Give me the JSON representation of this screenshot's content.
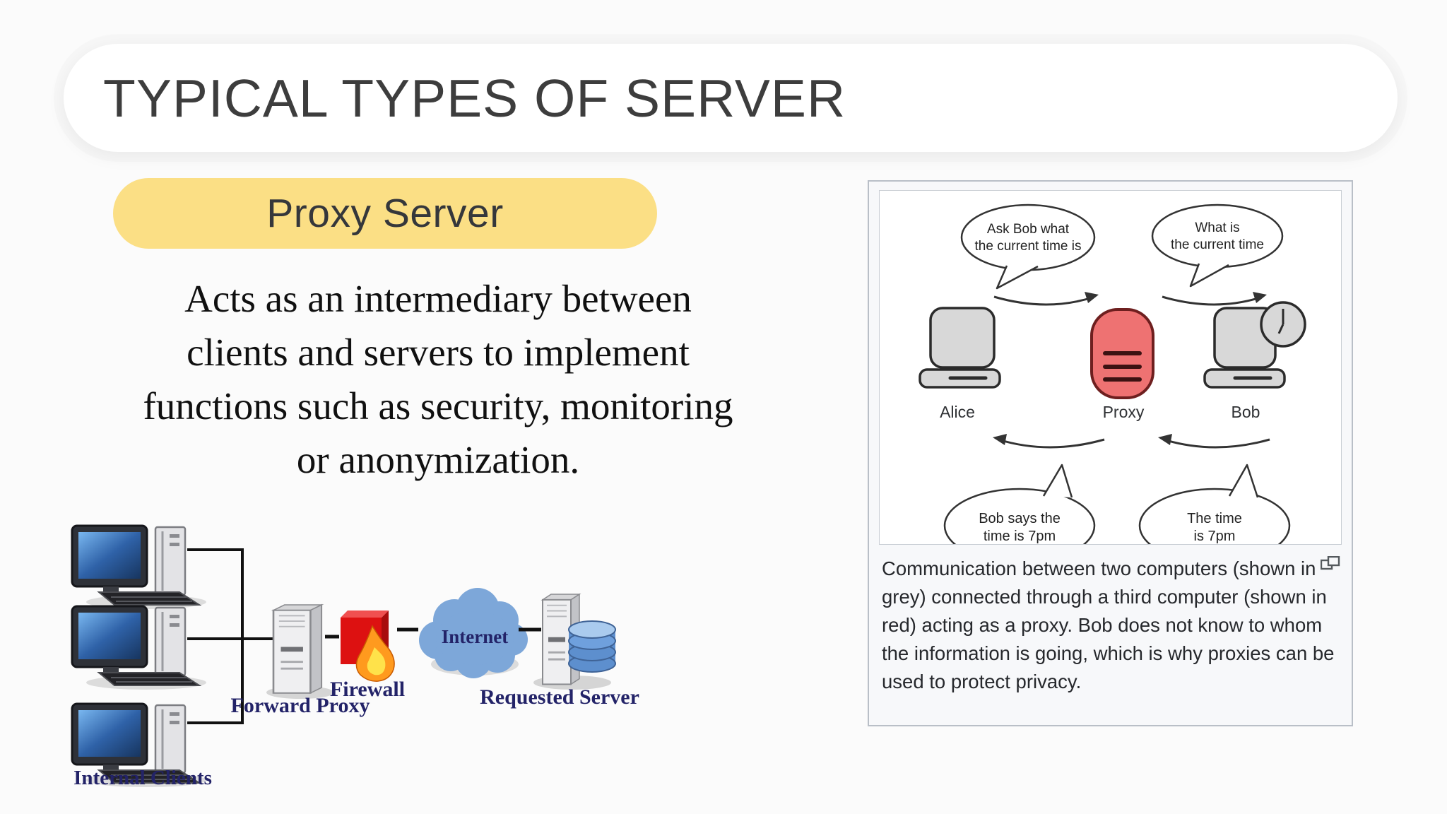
{
  "header": {
    "title": "TYPICAL TYPES OF SERVER"
  },
  "badge": {
    "label": "Proxy Server"
  },
  "body": {
    "text": "Acts as an intermediary between\nclients and servers to implement\nfunctions such as security, monitoring\nor anonymization."
  },
  "network_diagram": {
    "internal_clients": "Internal Clients",
    "forward_proxy": "Forward Proxy",
    "firewall": "Firewall",
    "internet": "Internet",
    "requested_server": "Requested Server"
  },
  "wiki_figure": {
    "bubble_ask": [
      "Ask Bob what",
      "the current time is"
    ],
    "bubble_what": [
      "What is",
      "the current time"
    ],
    "bubble_bob_says": [
      "Bob says the",
      "time is 7pm"
    ],
    "bubble_time": [
      "The time",
      "is 7pm"
    ],
    "alice": "Alice",
    "proxy": "Proxy",
    "bob": "Bob",
    "caption": "Communication between two computers (shown in grey) connected through a third computer (shown in red) acting as a proxy. Bob does not know to whom the information is going, which is why proxies can be used to protect privacy."
  },
  "colors": {
    "badge_yellow": "#FBDF85",
    "proxy_red": "#EE7272",
    "firewall_red": "#DD1111",
    "cloud_blue": "#7DA7D9",
    "diagram_label_navy": "#232368"
  }
}
